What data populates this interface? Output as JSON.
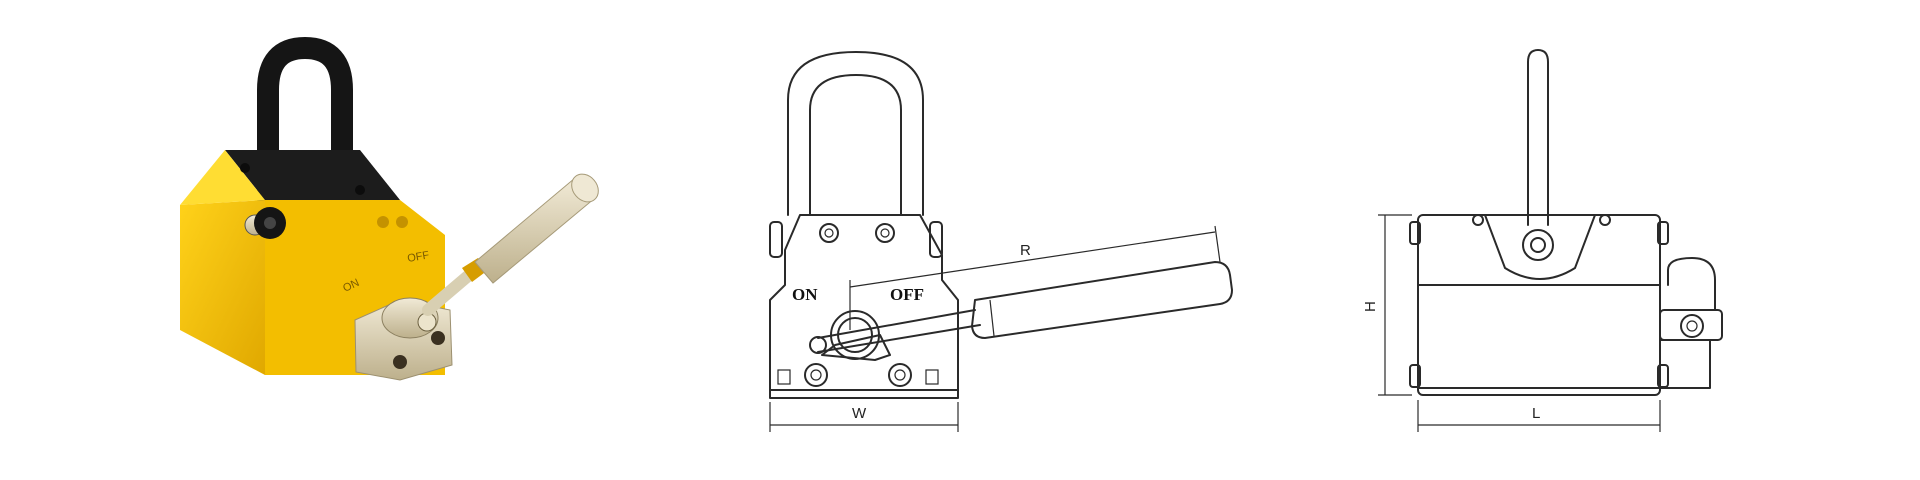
{
  "photo": {
    "on_text": "ON",
    "off_text": "OFF",
    "body_color": "#F5C400",
    "handle_color": "#1a1a1a"
  },
  "front_view": {
    "on_label": "ON",
    "off_label": "OFF",
    "dim_width": "W",
    "dim_reach": "R"
  },
  "side_view": {
    "dim_height": "H",
    "dim_length": "L"
  }
}
